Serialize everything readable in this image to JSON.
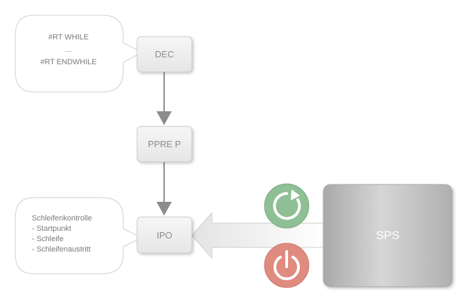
{
  "bubbles": {
    "top": {
      "lines": [
        "#RT WHILE",
        "...",
        "#RT ENDWHILE"
      ]
    },
    "bottom": {
      "lines": [
        "Schleifenkontrolle",
        "- Startpunkt",
        "- Schleife",
        "- Schleifenaustritt"
      ]
    }
  },
  "nodes": {
    "dec": "DEC",
    "ppre": "PPRE P",
    "ipo": "IPO",
    "sps": "SPS"
  },
  "icons": {
    "start": "power-restart-icon",
    "stop": "power-off-icon"
  },
  "colors": {
    "start": "#8fbf94",
    "stop": "#e08b80",
    "node_fill": "#eeeeee",
    "sps_fill": "#b8b8b8",
    "arrow": "#8c8c8c"
  }
}
